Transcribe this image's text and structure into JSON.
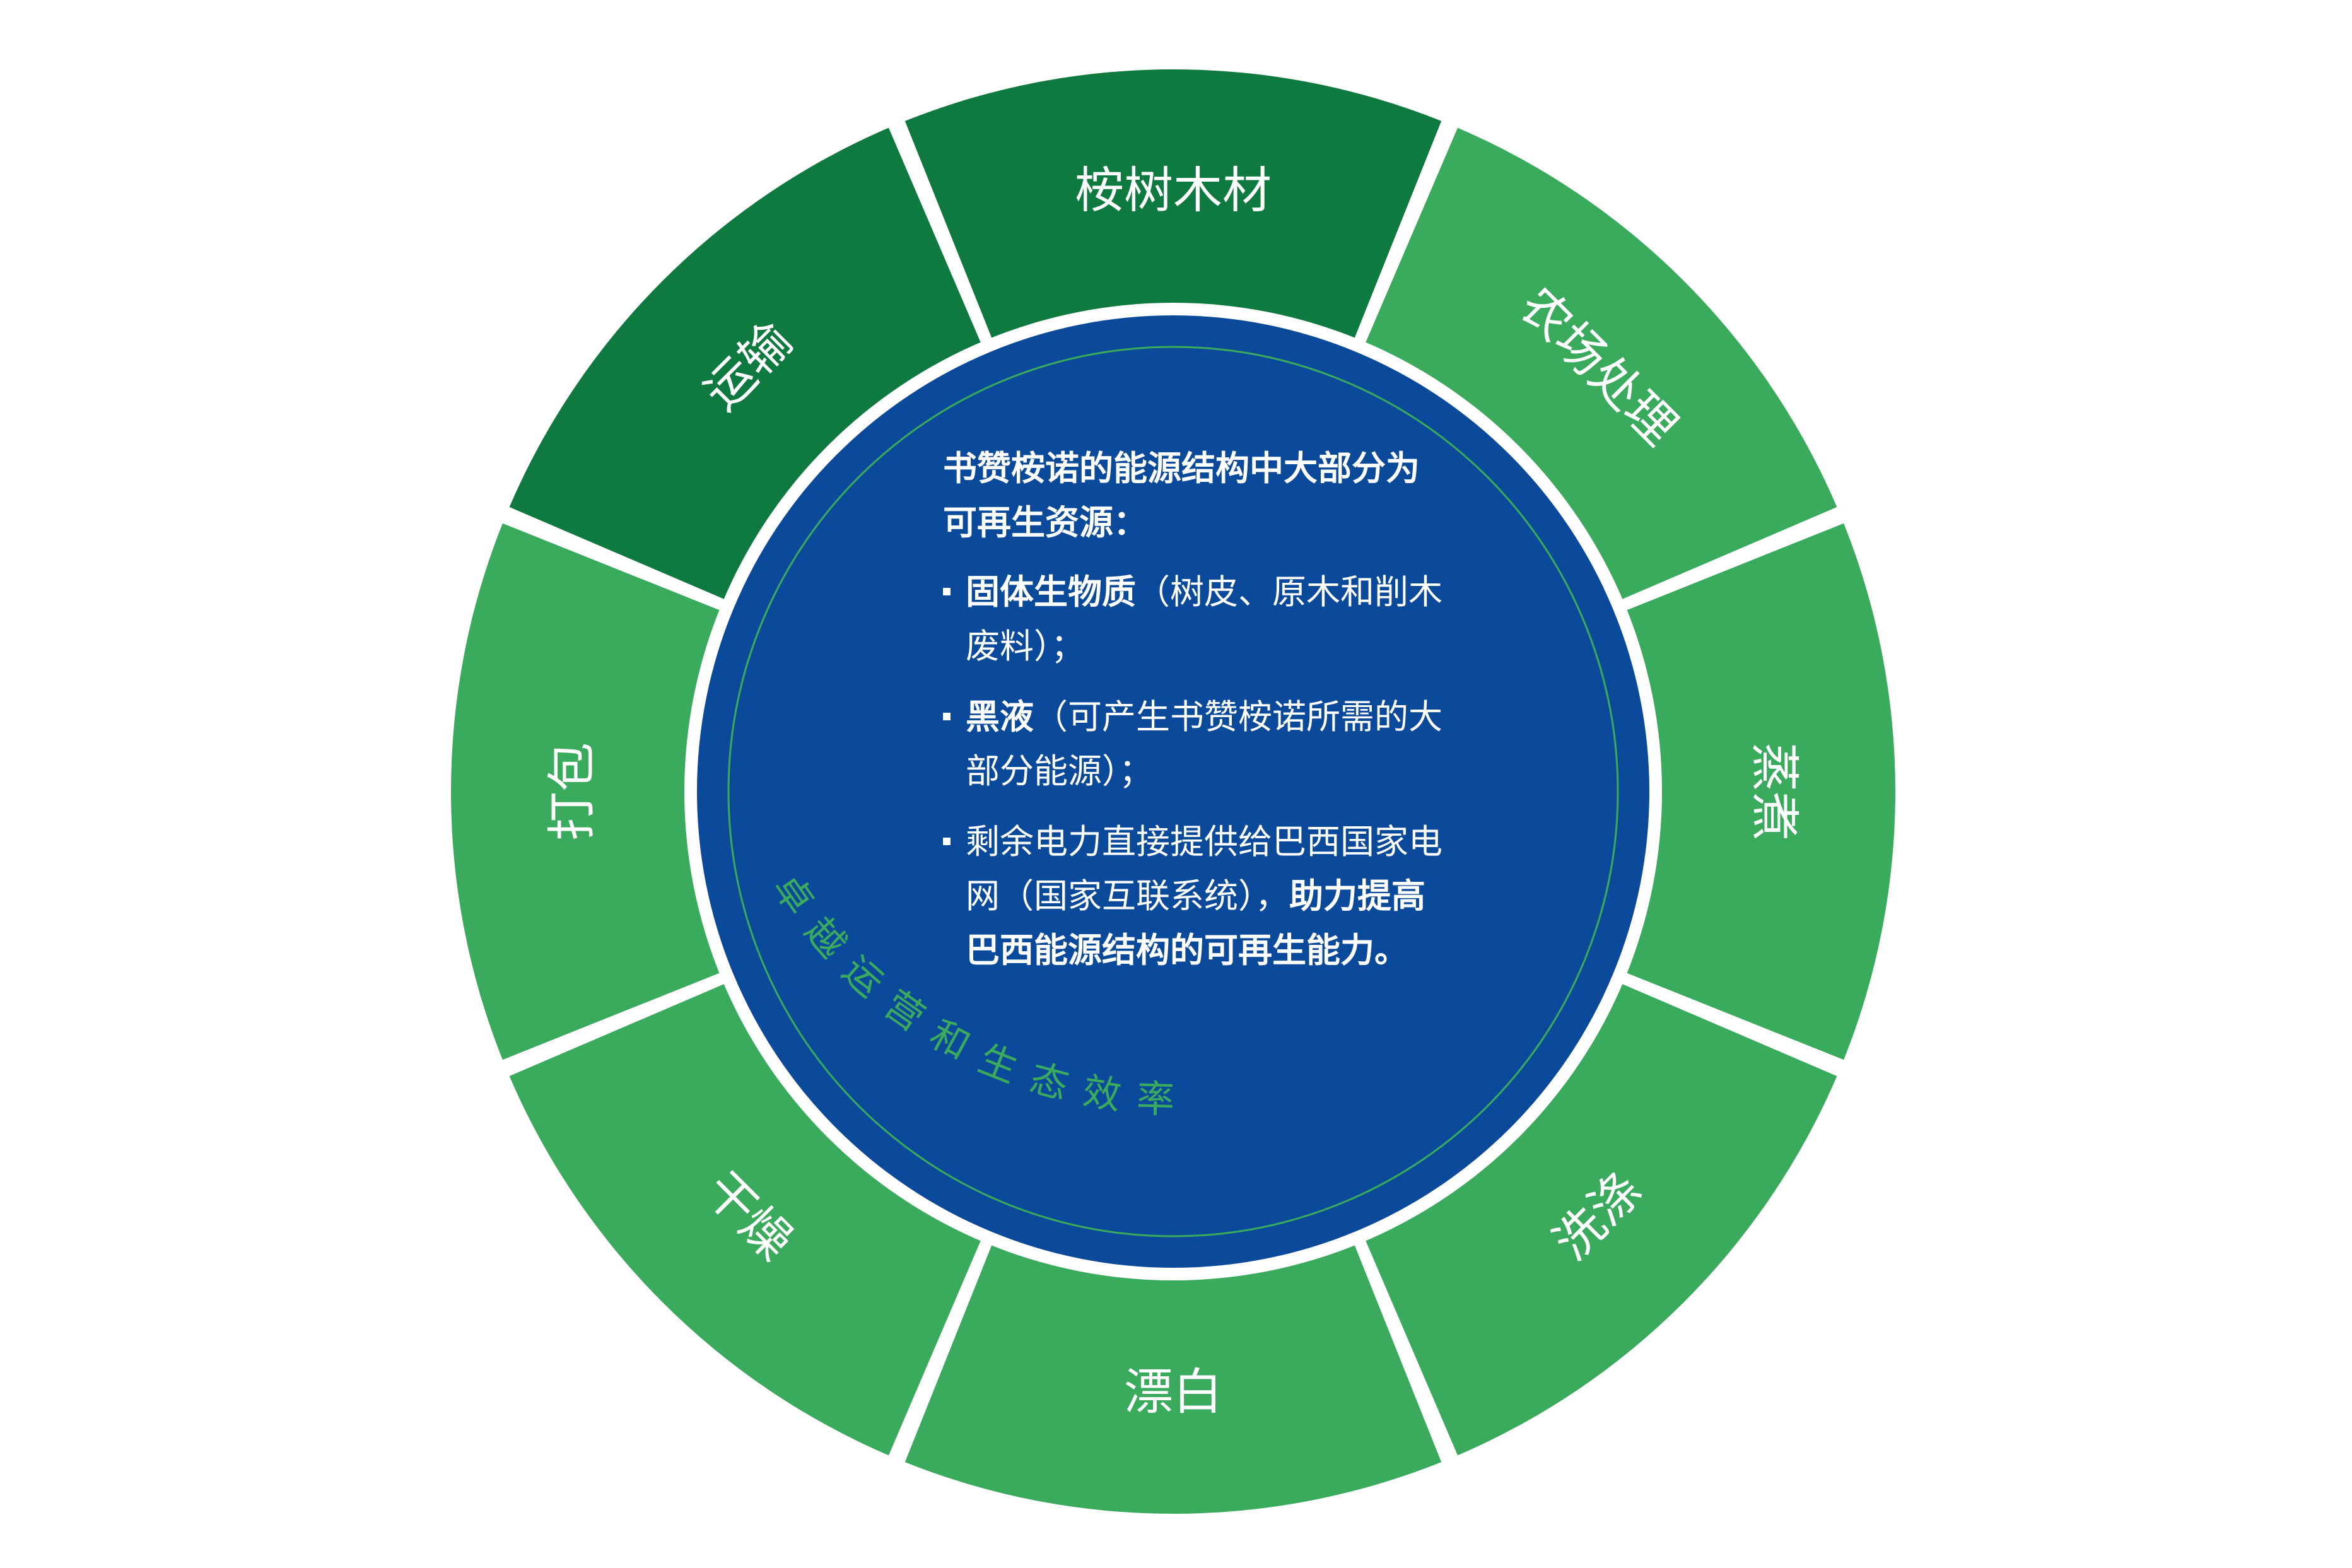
{
  "colors": {
    "dark_green": "#0f7a3f",
    "light_green": "#3aaa5c",
    "center_blue": "#0b4a9a",
    "white": "#ffffff"
  },
  "cycle": {
    "segments": [
      {
        "label": "桉树木材",
        "tone": "dark"
      },
      {
        "label": "农场处理",
        "tone": "light"
      },
      {
        "label": "蒸煮",
        "tone": "light"
      },
      {
        "label": "洗涤",
        "tone": "light"
      },
      {
        "label": "漂白",
        "tone": "light"
      },
      {
        "label": "干燥",
        "tone": "light"
      },
      {
        "label": "打包",
        "tone": "light"
      },
      {
        "label": "运输",
        "tone": "dark"
      }
    ]
  },
  "center": {
    "intro": "书赞桉诺的能源结构中大部分为可再生资源：",
    "bullets": [
      {
        "bold": "固体生物质",
        "normal": "（树皮、原木和削木废料）；",
        "tail_bold": ""
      },
      {
        "bold": "黑液",
        "normal": "（可产生书赞桉诺所需的大部分能源）；",
        "tail_bold": ""
      },
      {
        "bold": "",
        "normal": "剩余电力直接提供给巴西国家电网（国家互联系统），",
        "tail_bold": "助力提高巴西能源结构的可再生能力。"
      }
    ],
    "arc_text": "卓越运营和生态效率"
  }
}
